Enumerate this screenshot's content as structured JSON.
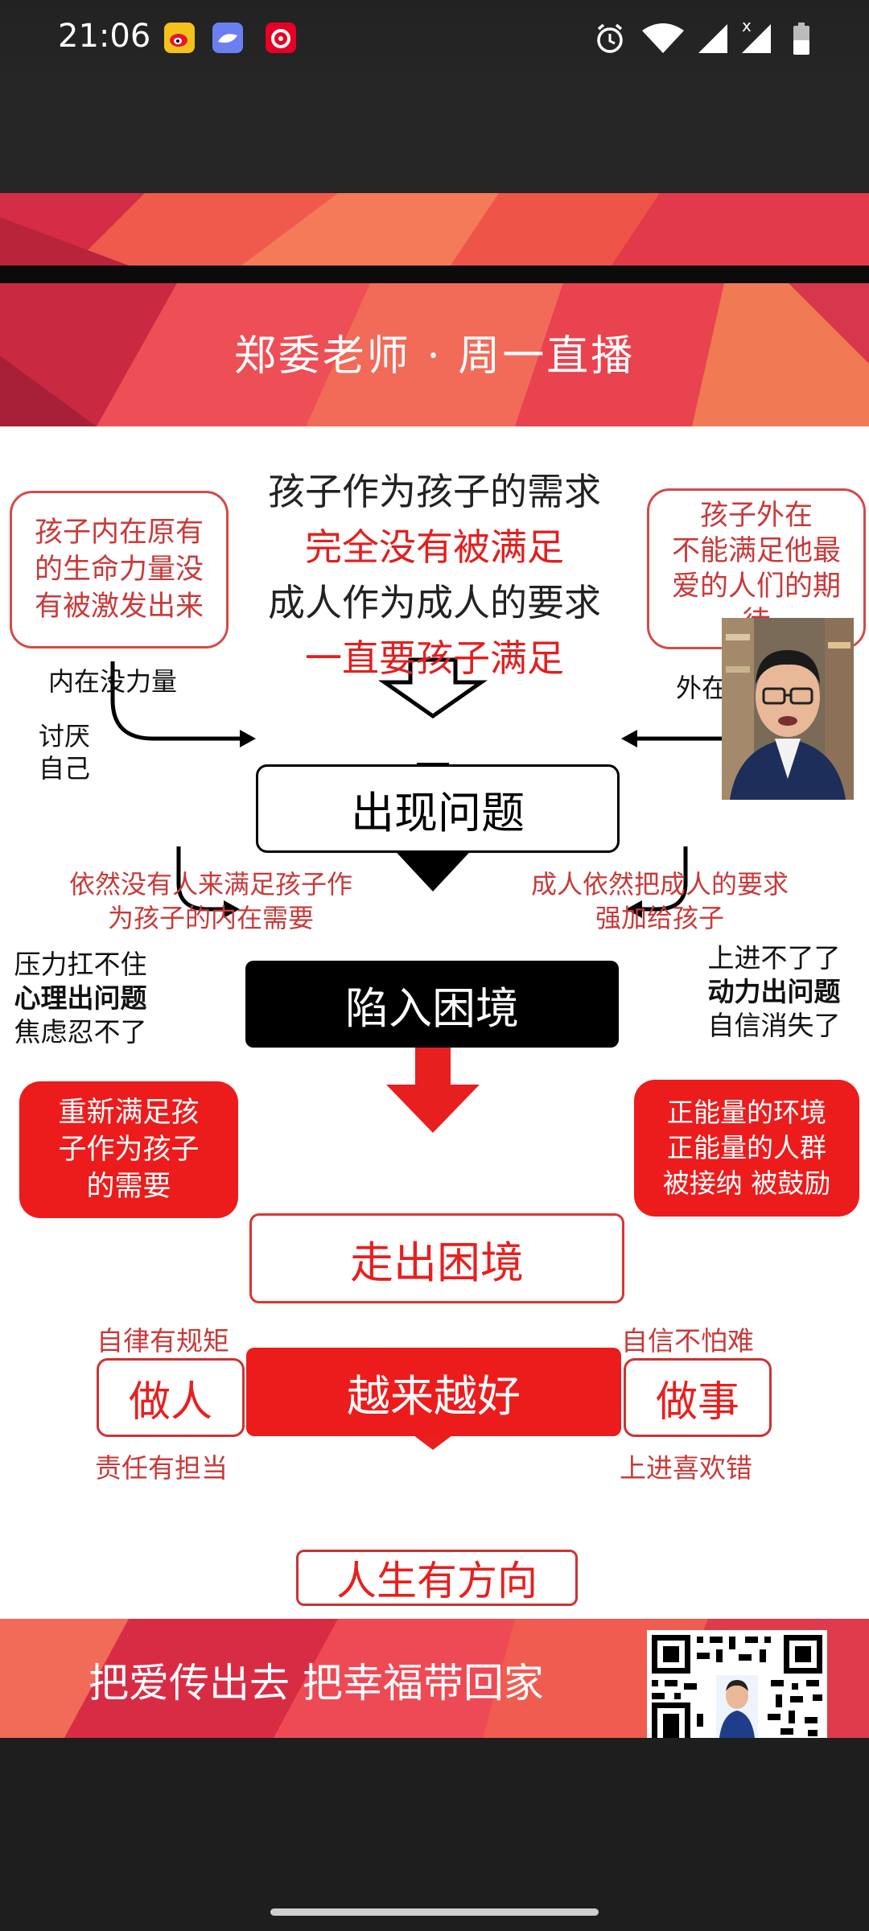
{
  "status_bar": {
    "time": "21:06",
    "icons": [
      "weibo-icon",
      "bird-app-icon",
      "netease-music-icon",
      "alarm-icon",
      "wifi-icon",
      "signal-icon",
      "signal-x-icon",
      "battery-icon"
    ],
    "signal_mark": "x"
  },
  "header": {
    "title": "郑委老师 · 周一直播"
  },
  "top_center": {
    "line1": "孩子作为孩子的需求",
    "line2": "完全没有被满足",
    "line3": "成人作为成人的要求",
    "line4": "一直要孩子满足"
  },
  "top_left_box": {
    "text_l1": "孩子内在原有",
    "text_l2": "的生命力量没",
    "text_l3": "有被激发出来",
    "caption": "内在没力量",
    "side_l1": "讨厌",
    "side_l2": "自己"
  },
  "top_right_box": {
    "text_l1": "孩子外在",
    "text_l2": "不能满足他最",
    "text_l3": "爱的人们的期",
    "text_l4": "待",
    "caption": "外在"
  },
  "stages": {
    "problem": "出现问题",
    "trapped": "陷入困境",
    "escape": "走出困境",
    "better": "越来越好",
    "direction": "人生有方向"
  },
  "middle": {
    "left_l1": "依然没有人来满足孩子作",
    "left_l2": "为孩子的内在需要",
    "right_l1": "成人依然把成人的要求",
    "right_l2": "强加给孩子",
    "left_side_l1": "压力扛不住",
    "left_side_l2": "心理出问题",
    "left_side_l3": "焦虑忍不了",
    "right_side_l1": "上进不了了",
    "right_side_l2": "动力出问题",
    "right_side_l3": "自信消失了"
  },
  "solutions": {
    "left_l1": "重新满足孩",
    "left_l2": "子作为孩子",
    "left_l3": "的需要",
    "right_l1": "正能量的环境",
    "right_l2": "正能量的人群",
    "right_l3": "被接纳 被鼓励"
  },
  "outcomes": {
    "person_top": "自律有规矩",
    "person": "做人",
    "person_bottom": "责任有担当",
    "work_top": "自信不怕难",
    "work": "做事",
    "work_bottom": "上进喜欢错"
  },
  "footer": {
    "slogan": "把爱传出去  把幸福带回家"
  },
  "colors": {
    "accent_red": "#e81f1f",
    "text_red": "#d23030",
    "banner_red": "#e8354a"
  }
}
